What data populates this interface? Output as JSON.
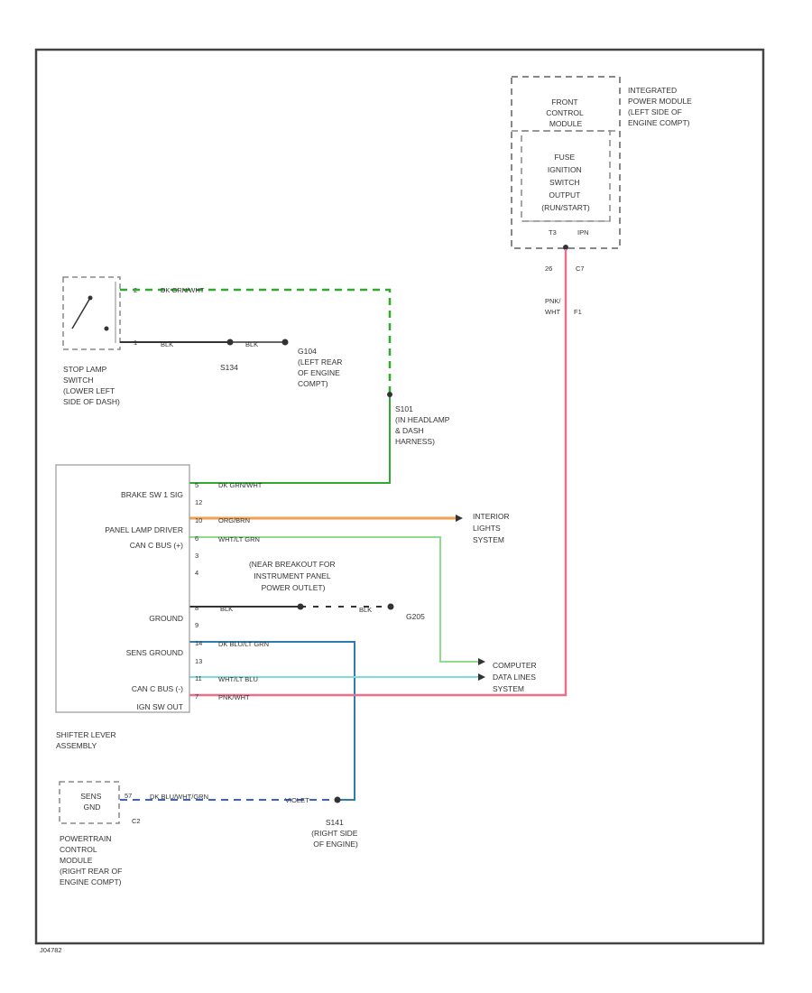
{
  "colors": {
    "frame": "#444444",
    "dk_grn_wht": "#2faa2f",
    "org_brn": "#f0a050",
    "wht_lt_grn": "#8fdc8f",
    "blk": "#333333",
    "dk_blu_lt_grn": "#2e7db0",
    "wht_lt_blu": "#7fdcdc",
    "pnk_wht": "#ee6f8a",
    "dk_blu_wht": "#3a5fcf"
  },
  "ipm": {
    "label": "INTEGRATED POWER MODULE (LEFT SIDE OF ENGINE COMPT)",
    "lines": [
      "INTEGRATED",
      "POWER MODULE",
      "(LEFT SIDE OF",
      "ENGINE COMPT)"
    ],
    "fcm_lines": [
      "FRONT",
      "CONTROL",
      "MODULE"
    ],
    "fuse_lines": [
      "FUSE",
      "IGNITION",
      "SWITCH",
      "OUTPUT",
      "(RUN/START)"
    ],
    "connector": "T3",
    "pin": "IPN",
    "cav_left": "26",
    "cav_right": "C7",
    "out_wire": "PNK/ WHT",
    "out_wire_lines": [
      "PNK/",
      "WHT"
    ],
    "out_cav": "F1"
  },
  "stop_lamp": {
    "label": "STOP LAMP SWITCH (LOWER LEFT SIDE OF DASH)",
    "lines": [
      "STOP LAMP",
      "SWITCH",
      "(LOWER LEFT",
      "SIDE OF DASH)"
    ],
    "pin_top": "2",
    "pin_bottom": "1",
    "wire_top": "DK GRN/WHT",
    "wire_bottom": "BLK",
    "splice": "S134",
    "wire_ground": "BLK"
  },
  "g_stop": {
    "label": "G104 (LEFT REAR OF ENGINE COMPT)",
    "lines": [
      "G104",
      "(LEFT REAR",
      "OF ENGINE",
      "COMPT)"
    ]
  },
  "splice_s101": {
    "label": "S101 (IN HEADLAMP & DASH HARNESS)",
    "lines": [
      "S101",
      "(IN HEADLAMP",
      "& DASH",
      "HARNESS)"
    ]
  },
  "shifter": {
    "label": "SHIFTER LEVER ASSEMBLY",
    "lines": [
      "SHIFTER LEVER",
      "ASSEMBLY"
    ],
    "pins": [
      {
        "name": "BRAKE SW 1 SIG",
        "num": "5",
        "wire": "DK GRN/WHT"
      },
      {
        "name": "",
        "num": "12",
        "wire": ""
      },
      {
        "name": "PANEL LAMP DRIVER",
        "num": "10",
        "wire": "ORG/BRN"
      },
      {
        "name": "CAN C BUS (+)",
        "num": "6",
        "wire": "WHT/LT GRN"
      },
      {
        "name": "",
        "num": "3",
        "wire": ""
      },
      {
        "name": "",
        "num": "4",
        "wire": ""
      },
      {
        "name": "GROUND",
        "num": "8",
        "wire": "BLK"
      },
      {
        "name": "",
        "num": "9",
        "wire": ""
      },
      {
        "name": "SENS GROUND",
        "num": "14",
        "wire": "DK BLU/LT GRN"
      },
      {
        "name": "",
        "num": "13",
        "wire": ""
      },
      {
        "name": "CAN C BUS (-)",
        "num": "11",
        "wire": "WHT/LT BLU"
      },
      {
        "name": "IGN SW OUT",
        "num": "7",
        "wire": "PNK/WHT"
      }
    ]
  },
  "interior_lights": {
    "label": "INTERIOR LIGHTS SYSTEM",
    "lines": [
      "INTERIOR",
      "LIGHTS",
      "SYSTEM"
    ]
  },
  "breakout": {
    "label": "(NEAR BREAKOUT FOR INSTRUMENT PANEL POWER OUTLET)",
    "lines": [
      "(NEAR BREAKOUT FOR",
      "INSTRUMENT PANEL",
      "POWER OUTLET)"
    ],
    "ground_wire": "BLK",
    "ground": "G205"
  },
  "computer_data": {
    "label": "COMPUTER DATA LINES SYSTEM",
    "lines": [
      "COMPUTER",
      "DATA LINES",
      "SYSTEM"
    ]
  },
  "pcm": {
    "label": "POWERTRAIN CONTROL MODULE (RIGHT REAR OF ENGINE COMPT)",
    "lines": [
      "POWERTRAIN",
      "CONTROL",
      "MODULE",
      "(RIGHT REAR OF",
      "ENGINE COMPT)"
    ],
    "box_lines": [
      "SENS",
      "GND"
    ],
    "connector": "C2",
    "pin": "57",
    "wire": "DK BLU/WHT/GRN",
    "wire_right": "VIOLET"
  },
  "splice_s141": {
    "label": "S141 (RIGHT SIDE OF ENGINE)",
    "lines": [
      "S141",
      "(RIGHT SIDE",
      "OF ENGINE)"
    ]
  },
  "footer": "J04782"
}
